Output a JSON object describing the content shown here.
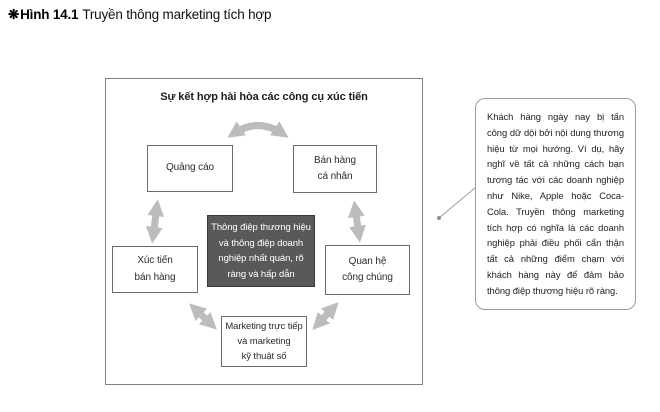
{
  "figure": {
    "bullet": "❋",
    "label": "Hình 14.1",
    "title": "Truyền thông marketing tích hợp"
  },
  "diagram": {
    "heading": "Sự kết hợp hài hòa các công cụ xúc tiến",
    "nodes": {
      "advertising": {
        "lines": [
          "Quảng cáo"
        ]
      },
      "personal_selling": {
        "lines": [
          "Bán hàng",
          "cá nhân"
        ]
      },
      "sales_promotion": {
        "lines": [
          "Xúc tiến",
          "bán hàng"
        ]
      },
      "public_relations": {
        "lines": [
          "Quan hệ",
          "công chúng"
        ]
      },
      "direct_marketing": {
        "lines": [
          "Marketing trực tiếp",
          "và marketing",
          "kỹ thuật số"
        ]
      },
      "center_message": {
        "lines": [
          "Thông điệp thương hiệu",
          "và thông điệp doanh",
          "nghiệp nhất quán, rõ",
          "ràng và hấp dẫn"
        ]
      }
    }
  },
  "callout": {
    "text": "Khách hàng ngày nay bị tấn công dữ dội bởi nội dung thương hiệu từ mọi hướng. Ví dụ, hãy nghĩ về tất cả những cách bạn tương tác với các doanh nghiệp như Nike, Apple hoặc Coca-Cola. Truyền thông marketing tích hợp có nghĩa là các doanh nghiệp phải điều phối cẩn thận tất cả những điểm chạm với khách hàng này để đảm bảo thông điệp thương hiệu rõ ràng."
  },
  "colors": {
    "arrow": "#bcbcbc",
    "center_box_bg": "#595959",
    "center_box_text": "#ffffff",
    "box_border": "#6b6b6b",
    "frame_border": "#7f7f7f",
    "callout_border": "#9e9e9e",
    "connector": "#9a9a9a",
    "text": "#222222"
  }
}
